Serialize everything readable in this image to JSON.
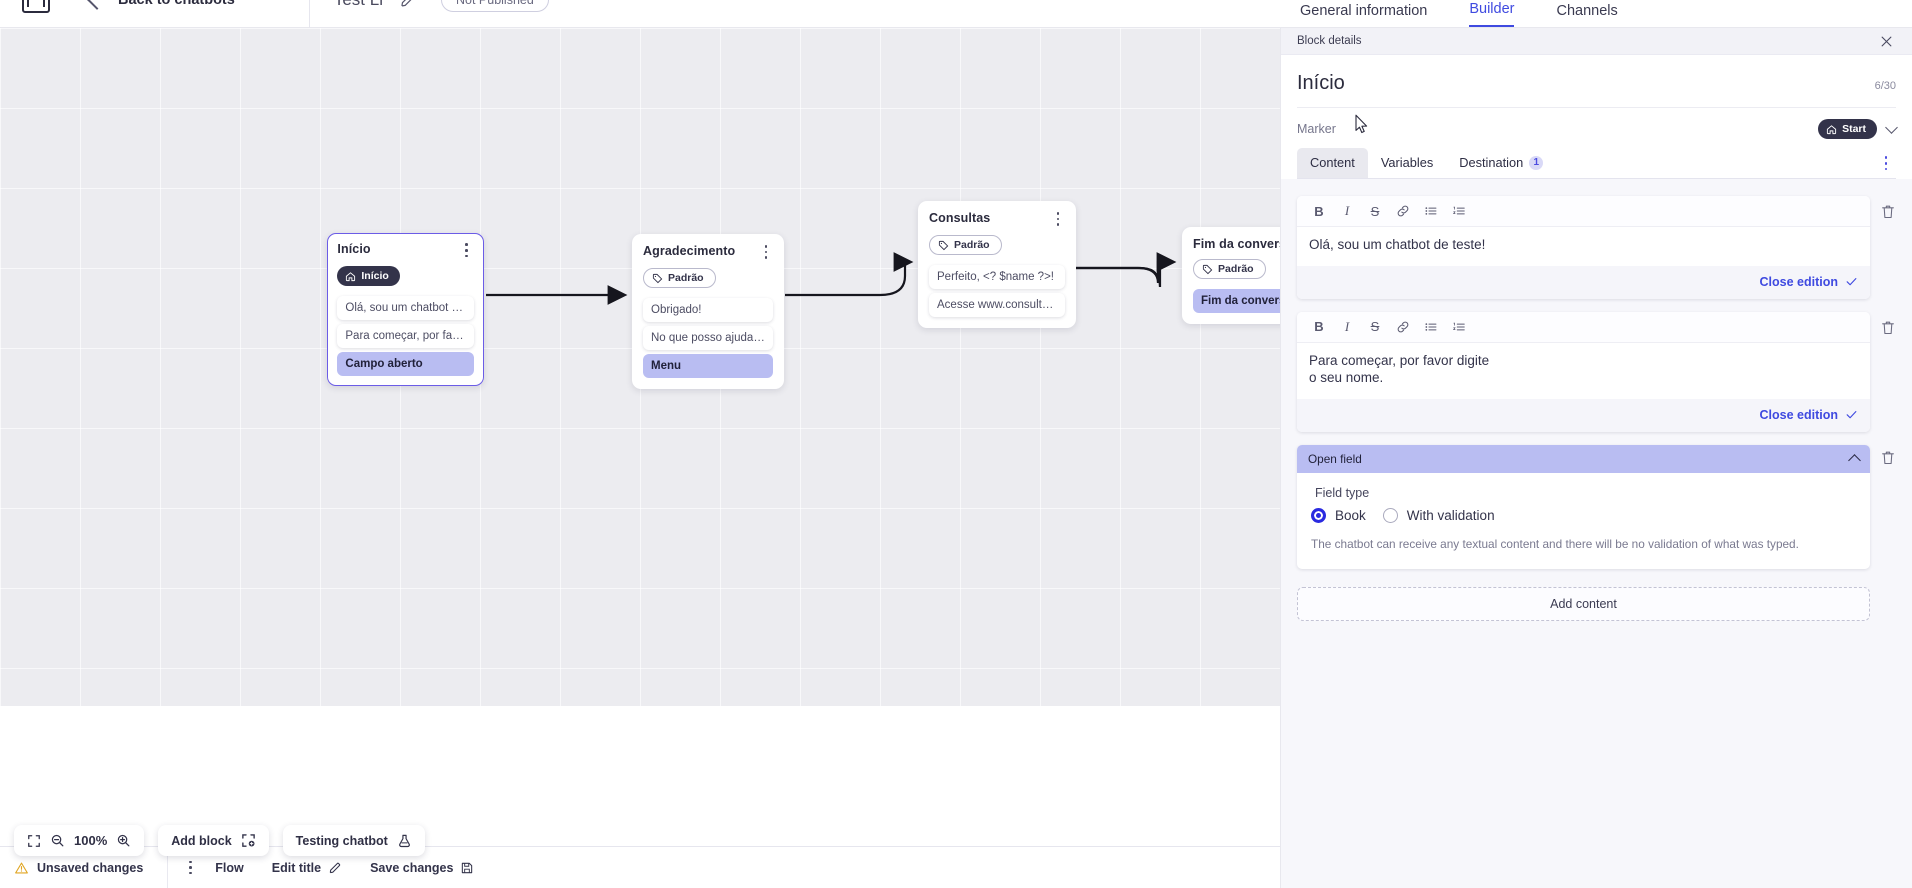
{
  "topbar": {
    "logo_icon": "app-logo-icon",
    "back_chevron_icon": "chevron-left-icon",
    "back_label": "Back to chatbots",
    "doc_title": "Test Li",
    "edit_icon": "pencil-icon",
    "publish_status": "Not Published"
  },
  "right_tabs": [
    {
      "label": "General information",
      "active": false
    },
    {
      "label": "Builder",
      "active": true
    },
    {
      "label": "Channels",
      "active": false
    }
  ],
  "panel": {
    "bar_title": "Block details",
    "close_icon": "close-icon",
    "heading": "Início",
    "char_count": "6/30",
    "marker_label": "Marker",
    "marker_value": "Start",
    "marker_icon": "home-icon",
    "marker_chevron_icon": "chevron-down-icon",
    "tabs": [
      {
        "label": "Content",
        "active": true,
        "badge": ""
      },
      {
        "label": "Variables",
        "active": false,
        "badge": ""
      },
      {
        "label": "Destination",
        "active": false,
        "badge": "1"
      }
    ],
    "tab_overflow_icon": "more-vertical-icon",
    "editor_toolbar": [
      {
        "name": "bold-icon",
        "glyph": "B"
      },
      {
        "name": "italic-icon",
        "glyph": "I"
      },
      {
        "name": "strikethrough-icon",
        "glyph": "S"
      },
      {
        "name": "link-icon",
        "glyph": "link"
      },
      {
        "name": "bulleted-list-icon",
        "glyph": "ul"
      },
      {
        "name": "numbered-list-icon",
        "glyph": "ol"
      }
    ],
    "content_blocks": [
      {
        "text": "Olá, sou um chatbot de teste!",
        "close_label": "Close edition",
        "delete_icon": "trash-icon"
      },
      {
        "text": "Para começar, por favor digite o seu nome.",
        "close_label": "Close edition",
        "delete_icon": "trash-icon"
      }
    ],
    "open_field": {
      "title": "Open field",
      "collapse_icon": "chevron-up-icon",
      "delete_icon": "trash-icon",
      "field_type_label": "Field type",
      "options": [
        {
          "label": "Book",
          "selected": true
        },
        {
          "label": "With validation",
          "selected": false
        }
      ],
      "description": "The chatbot can receive any textual content and there will be no validation of what was typed."
    },
    "add_content_label": "Add content"
  },
  "canvas": {
    "nodes": [
      {
        "id": "inicio",
        "title": "Início",
        "badge": {
          "label": "Início",
          "style": "dark",
          "icon": "home-icon"
        },
        "selected": true,
        "rows": [
          {
            "text": "Olá, sou um chatbot de teste!",
            "highlight": false
          },
          {
            "text": "Para começar, por favor digite o ...",
            "highlight": false
          },
          {
            "text": "Campo aberto",
            "highlight": true
          }
        ]
      },
      {
        "id": "agradecimento",
        "title": "Agradecimento",
        "badge": {
          "label": "Padrão",
          "style": "outline",
          "icon": "tag-icon"
        },
        "selected": false,
        "rows": [
          {
            "text": "Obrigado!",
            "highlight": false
          },
          {
            "text": "No que posso ajudar, <? $name ...",
            "highlight": false
          },
          {
            "text": "Menu",
            "highlight": true
          }
        ]
      },
      {
        "id": "consultas",
        "title": "Consultas",
        "badge": {
          "label": "Padrão",
          "style": "outline",
          "icon": "tag-icon"
        },
        "selected": false,
        "rows": [
          {
            "text": "Perfeito, <? $name ?>!",
            "highlight": false
          },
          {
            "text": "Acesse www.consultas.com par...",
            "highlight": false
          }
        ]
      },
      {
        "id": "fim",
        "title": "Fim da conversa",
        "badge": {
          "label": "Padrão",
          "style": "outline",
          "icon": "tag-icon"
        },
        "selected": false,
        "rows": [
          {
            "text": "Fim da conversa",
            "highlight": true
          }
        ]
      }
    ]
  },
  "floatbar": {
    "fit_icon": "fit-screen-icon",
    "zoom_out_icon": "zoom-out-icon",
    "zoom_level": "100%",
    "zoom_in_icon": "zoom-in-icon",
    "add_block_label": "Add block",
    "add_block_icon": "add-block-icon",
    "testing_label": "Testing chatbot",
    "testing_icon": "flask-icon"
  },
  "statusbar": {
    "warn_icon": "warning-icon",
    "unsaved_label": "Unsaved changes",
    "overflow_icon": "more-vertical-icon",
    "flow_label": "Flow",
    "edit_title_label": "Edit title",
    "edit_title_icon": "pencil-icon",
    "save_label": "Save changes",
    "save_icon": "save-icon"
  },
  "colors": {
    "accent": "#3f4ae0",
    "node_selected_border": "#6b5ce7",
    "highlight_row": "#b9bdf2",
    "dark_pill": "#33334a",
    "canvas_bg": "#ececf0"
  }
}
